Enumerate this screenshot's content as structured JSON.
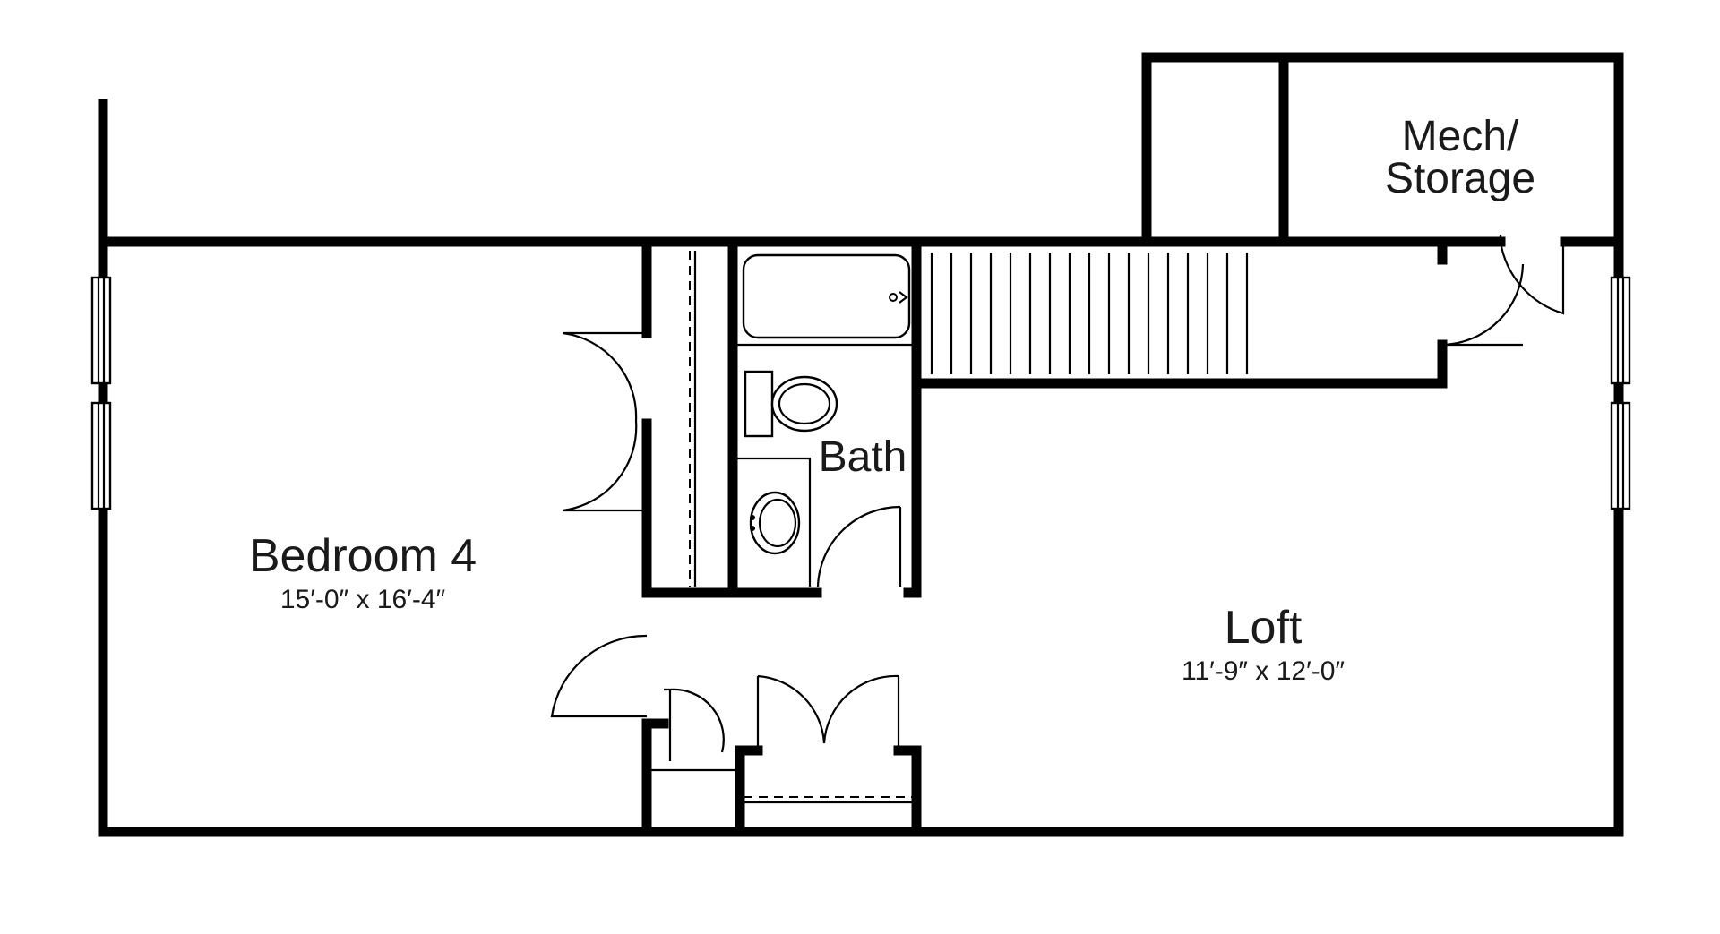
{
  "rooms": {
    "bedroom": {
      "name": "Bedroom 4",
      "size": "15′-0″ x 16′-4″"
    },
    "loft": {
      "name": "Loft",
      "size": "11′-9″ x 12′-0″"
    },
    "bath": {
      "name": "Bath"
    },
    "mech": {
      "line1": "Mech/",
      "line2": "Storage"
    }
  },
  "colors": {
    "wall": "#000000",
    "background": "#ffffff",
    "text": "#1a1a1a"
  },
  "icons": [
    "window-icon",
    "door-swing-icon",
    "bathtub-icon",
    "toilet-icon",
    "sink-icon",
    "stairs-icon"
  ]
}
